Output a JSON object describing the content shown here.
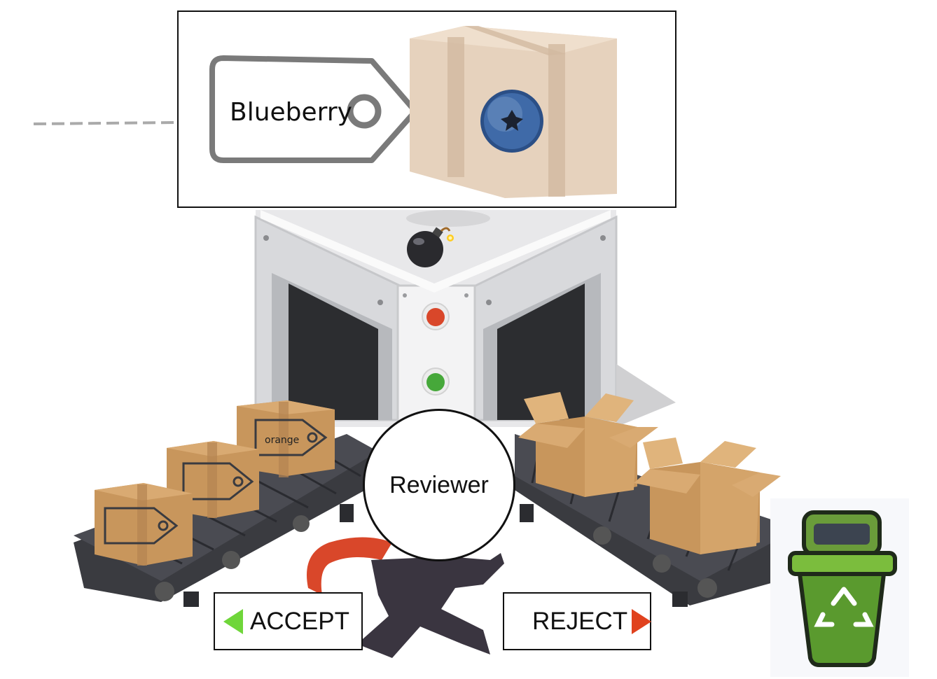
{
  "item_panel": {
    "label": "Blueberry",
    "item_icon": "blueberry-icon",
    "box_icon": "cardboard-box-icon"
  },
  "conveyor_left": {
    "boxes": [
      {
        "tag": "orange"
      },
      {
        "tag": ""
      },
      {
        "tag": ""
      }
    ]
  },
  "machine": {
    "bomb_icon": "bomb-icon",
    "status_lights": [
      "#d9472a",
      "#46a83a"
    ]
  },
  "reviewer": {
    "label": "Reviewer"
  },
  "controls": {
    "accept_label": "ACCEPT",
    "reject_label": "REJECT",
    "accept_color": "#6fd63a",
    "reject_color": "#e0421e"
  },
  "trash": {
    "icon": "recycle-bin-icon",
    "color": "#5a9a2e"
  }
}
